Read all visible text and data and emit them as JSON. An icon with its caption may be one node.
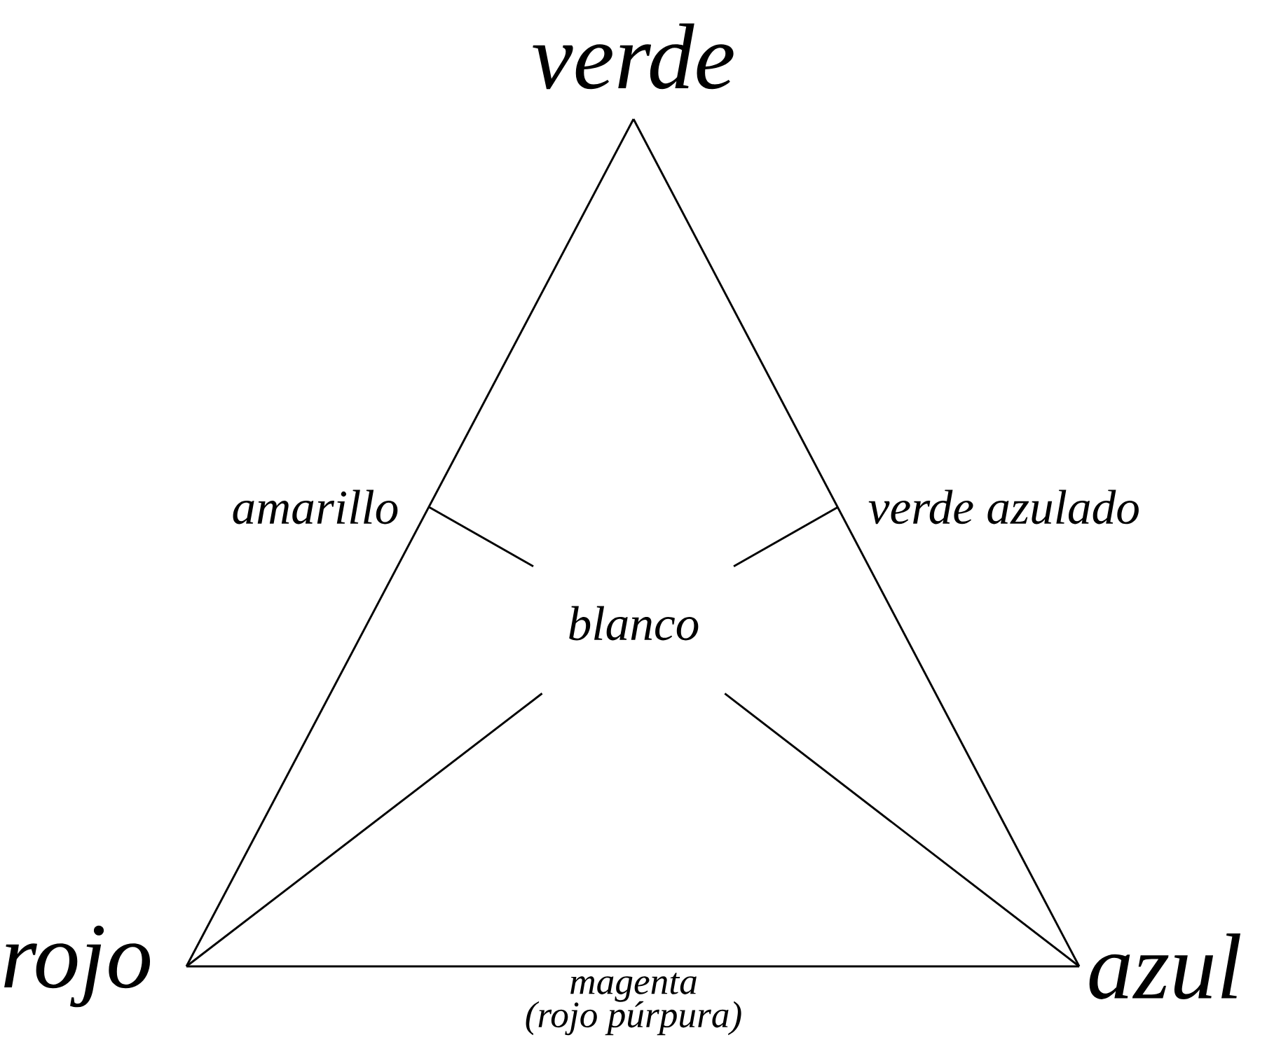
{
  "diagram": {
    "nodes": [
      {
        "text": [
          "verde"
        ]
      },
      {
        "text": [
          "amarillo"
        ]
      },
      {
        "text": [
          "verde azulado"
        ]
      },
      {
        "text": [
          "blanco"
        ]
      },
      {
        "text": [
          "rojo"
        ]
      },
      {
        "text": [
          "azul"
        ]
      }
    ],
    "edges": [
      {
        "from": 0,
        "to": 4,
        "arrow": "none"
      },
      {
        "from": 0,
        "to": 5,
        "arrow": "none"
      },
      {
        "from": 4,
        "to": 5,
        "arrow": "none"
      },
      {
        "from": 1,
        "to": 3,
        "arrow": "none"
      },
      {
        "from": 2,
        "to": 3,
        "arrow": "none"
      },
      {
        "from": 4,
        "to": 3,
        "arrow": "none"
      },
      {
        "from": 5,
        "to": 3,
        "arrow": "none"
      }
    ],
    "labels": [
      "magenta",
      "(rojo púrpura)"
    ]
  }
}
